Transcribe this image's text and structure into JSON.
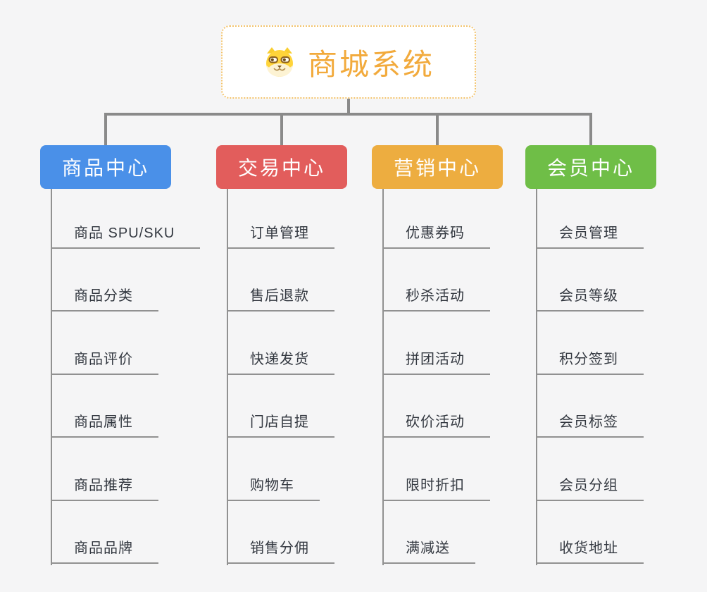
{
  "root": {
    "title": "商城系统",
    "icon": "dog-face-icon"
  },
  "branches": [
    {
      "label": "商品中心",
      "color": "#4a90e8",
      "items": [
        "商品 SPU/SKU",
        "商品分类",
        "商品评价",
        "商品属性",
        "商品推荐",
        "商品品牌"
      ]
    },
    {
      "label": "交易中心",
      "color": "#e25d5c",
      "items": [
        "订单管理",
        "售后退款",
        "快递发货",
        "门店自提",
        "购物车",
        "销售分佣"
      ]
    },
    {
      "label": "营销中心",
      "color": "#edad40",
      "items": [
        "优惠券码",
        "秒杀活动",
        "拼团活动",
        "砍价活动",
        "限时折扣",
        "满减送"
      ]
    },
    {
      "label": "会员中心",
      "color": "#6fbe47",
      "items": [
        "会员管理",
        "会员等级",
        "积分签到",
        "会员标签",
        "会员分组",
        "收货地址"
      ]
    }
  ],
  "colors": {
    "background": "#f5f5f6",
    "connector": "#8a8a8a",
    "leaf_line": "#919191",
    "root_accent": "#f2aa3c",
    "root_border": "#f3c36b"
  }
}
